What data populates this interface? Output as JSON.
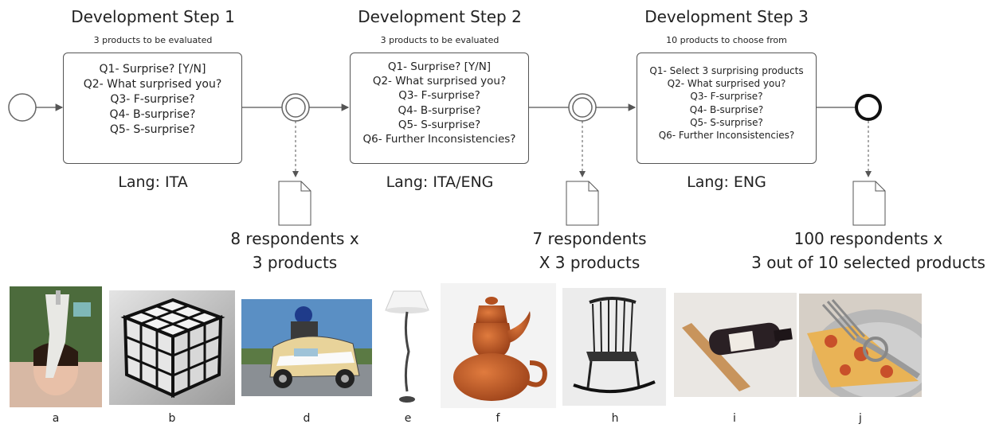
{
  "steps": [
    {
      "title": "Development Step 1",
      "subtitle": "3 products to be evaluated",
      "questions": [
        "Q1- Surprise? [Y/N]",
        "Q2- What surprised you?",
        "Q3- F-surprise?",
        "Q4- B-surprise?",
        "Q5- S-surprise?"
      ],
      "lang": "Lang: ITA",
      "respondents": [
        "8 respondents x",
        "3 products"
      ]
    },
    {
      "title": "Development Step 2",
      "subtitle": "3 products to be evaluated",
      "questions": [
        "Q1- Surprise? [Y/N]",
        "Q2- What surprised you?",
        "Q3- F-surprise?",
        "Q4- B-surprise?",
        "Q5- S-surprise?",
        "Q6- Further Inconsistencies?"
      ],
      "lang": "Lang: ITA/ENG",
      "respondents": [
        "7 respondents",
        "X 3 products"
      ]
    },
    {
      "title": "Development Step 3",
      "subtitle": "10 products to choose from",
      "questions": [
        "Q1- Select 3 surprising products",
        "Q2- What surprised you?",
        "Q3- F-surprise?",
        "Q4- B-surprise?",
        "Q5- S-surprise?",
        "Q6- Further Inconsistencies?"
      ],
      "lang": "Lang: ENG",
      "respondents": [
        "100 respondents x",
        "3 out of 10 selected products"
      ]
    }
  ],
  "products": [
    {
      "label": "a",
      "name": "tissue-holder-photo"
    },
    {
      "label": "b",
      "name": "white-cube-photo"
    },
    {
      "label": "d",
      "name": "scooter-van-photo"
    },
    {
      "label": "e",
      "name": "floor-lamp-photo"
    },
    {
      "label": "f",
      "name": "teapot-photo"
    },
    {
      "label": "h",
      "name": "rocking-chair-photo"
    },
    {
      "label": "i",
      "name": "wine-holder-photo"
    },
    {
      "label": "j",
      "name": "pizza-fork-photo"
    }
  ],
  "colors": {
    "line": "#555555",
    "terracotta": "#c0602a"
  }
}
